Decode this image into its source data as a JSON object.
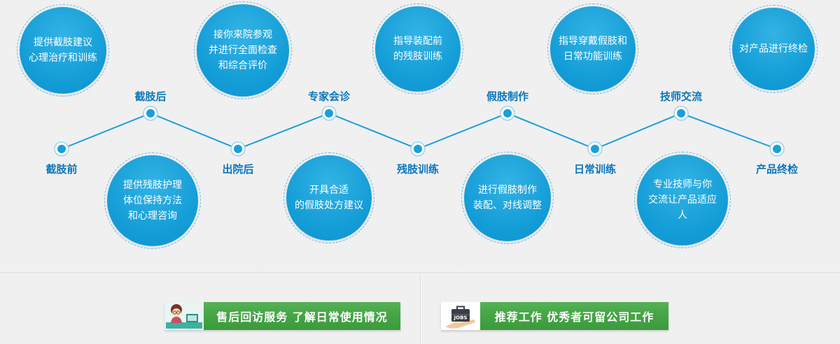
{
  "flow": {
    "top_bubbles": [
      {
        "lines": [
          "提供截肢建议",
          "心理治疗和训练"
        ]
      },
      {
        "lines": [
          "接你来院参观",
          "并进行全面检查",
          "和综合评价"
        ]
      },
      {
        "lines": [
          "指导装配前",
          "的残肢训练"
        ]
      },
      {
        "lines": [
          "指导穿戴假肢和",
          "日常功能训练"
        ]
      },
      {
        "lines": [
          "对产品进行终检"
        ]
      }
    ],
    "bottom_bubbles": [
      {
        "lines": [
          "提供残肢护理",
          "体位保持方法",
          "和心理咨询"
        ]
      },
      {
        "lines": [
          "开具合适",
          "的假肢处方建议"
        ]
      },
      {
        "lines": [
          "进行假肢制作",
          "装配、对线调整"
        ]
      },
      {
        "lines": [
          "专业技师与你",
          "交流让产品适应人"
        ]
      }
    ],
    "milestones": [
      {
        "label": "截肢前"
      },
      {
        "label": "截肢后"
      },
      {
        "label": "出院后"
      },
      {
        "label": "专家会诊"
      },
      {
        "label": "残肢训练"
      },
      {
        "label": "假肢制作"
      },
      {
        "label": "日常训练"
      },
      {
        "label": "技师交流"
      },
      {
        "label": "产品终检"
      }
    ]
  },
  "banners": {
    "after_sales": {
      "text": "售后回访服务 了解日常使用情况",
      "icon": "customer-service-woman-illustration"
    },
    "jobs": {
      "text": "推荐工作 优秀者可留公司工作",
      "icon": "hand-holding-briefcase-illustration",
      "icon_label": "JOBS"
    }
  },
  "colors": {
    "bubble_blue": "#149dd7",
    "line_blue": "#1a9fd9",
    "label_blue": "#0b76ba",
    "banner_green": "#46a546"
  }
}
